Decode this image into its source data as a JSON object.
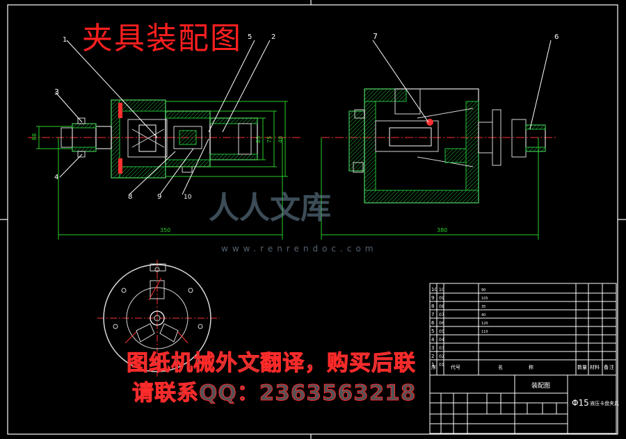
{
  "drawing": {
    "title": "夹具装配图",
    "callouts": [
      "1",
      "2",
      "3",
      "4",
      "5",
      "6",
      "7",
      "8",
      "9",
      "10"
    ],
    "dimensions": {
      "left_len": "350",
      "right_len": "380",
      "d1": "88",
      "d2": "83",
      "d3": "75",
      "d4": "40"
    }
  },
  "watermark": {
    "site": "人人文库",
    "url": "www.renrendoc.com",
    "line1": "图纸机械外文翻译，购买后联",
    "line2": "请联系QQ：2363563218"
  },
  "title_block": {
    "sheet_title": "装配图",
    "drawing_no": "Φ15",
    "drawing_name": "液压卡盘夹具",
    "parts": [
      {
        "no": "10",
        "code": "10"
      },
      {
        "no": "9",
        "code": "09"
      },
      {
        "no": "8",
        "code": "08"
      },
      {
        "no": "7",
        "code": "07"
      },
      {
        "no": "6",
        "code": "06"
      },
      {
        "no": "5",
        "code": "05"
      },
      {
        "no": "4",
        "code": "04"
      },
      {
        "no": "3",
        "code": "03"
      },
      {
        "no": "2",
        "code": "02"
      },
      {
        "no": "1",
        "code": "01"
      }
    ],
    "header_cols": [
      "序",
      "代号",
      "名",
      "称",
      "数量",
      "材料",
      "备",
      "注"
    ],
    "mid_values": [
      "90",
      "105",
      "35",
      "40",
      "120",
      "110"
    ]
  },
  "colors": {
    "background": "#000000",
    "outline": "#ffffff",
    "part": "#d8d8d8",
    "hatch": "#23c23c",
    "center": "#ff3030",
    "callout": "#ffffff",
    "dimension": "#2ad12a",
    "title": "#ff1f1f"
  }
}
